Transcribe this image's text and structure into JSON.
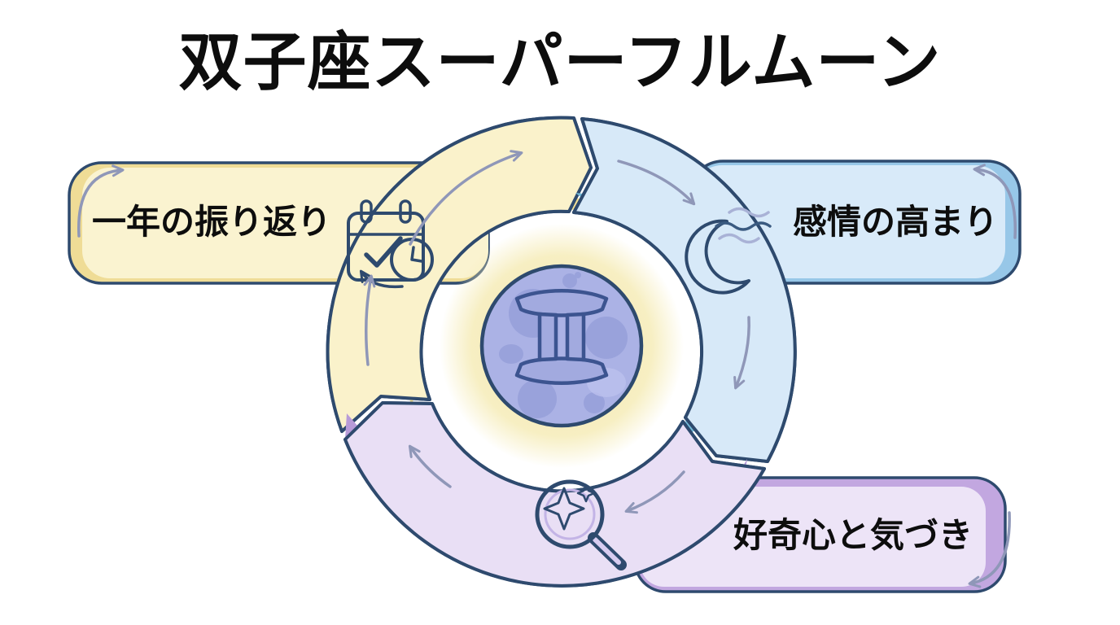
{
  "title": "双子座スーパーフルムーン",
  "center": {
    "sign": "gemini-symbol",
    "moon_fill": "#ABB2E5",
    "crater_fill": "#99A2DB",
    "highlight_fill": "#BBC1ED",
    "glow_color": "#F6EDBC"
  },
  "steps": [
    {
      "label": "一年の振り返り",
      "icon": "calendar-check-clock",
      "banner_fill": "#FAF3D0",
      "banner_band": "#EFDC96",
      "arc_fill": "#FAF2CB",
      "arc_band": "#F2DF94"
    },
    {
      "label": "感情の高まり",
      "icon": "crescent-moon-waves",
      "banner_fill": "#D8EAF9",
      "banner_band": "#97C7E8",
      "arc_fill": "#D7E9F8",
      "arc_band": "#74BBD8"
    },
    {
      "label": "好奇心と気づき",
      "icon": "magnifier-sparkle",
      "banner_fill": "#EDE4F7",
      "banner_band": "#C2A7E0",
      "arc_fill": "#E9DFF5",
      "arc_band": "#B79BD8"
    }
  ],
  "colors": {
    "outline": "#2E4A6E",
    "flow_arrow": "#8F97B8",
    "title_text": "#0D0D0D",
    "background": "#FFFFFF"
  }
}
